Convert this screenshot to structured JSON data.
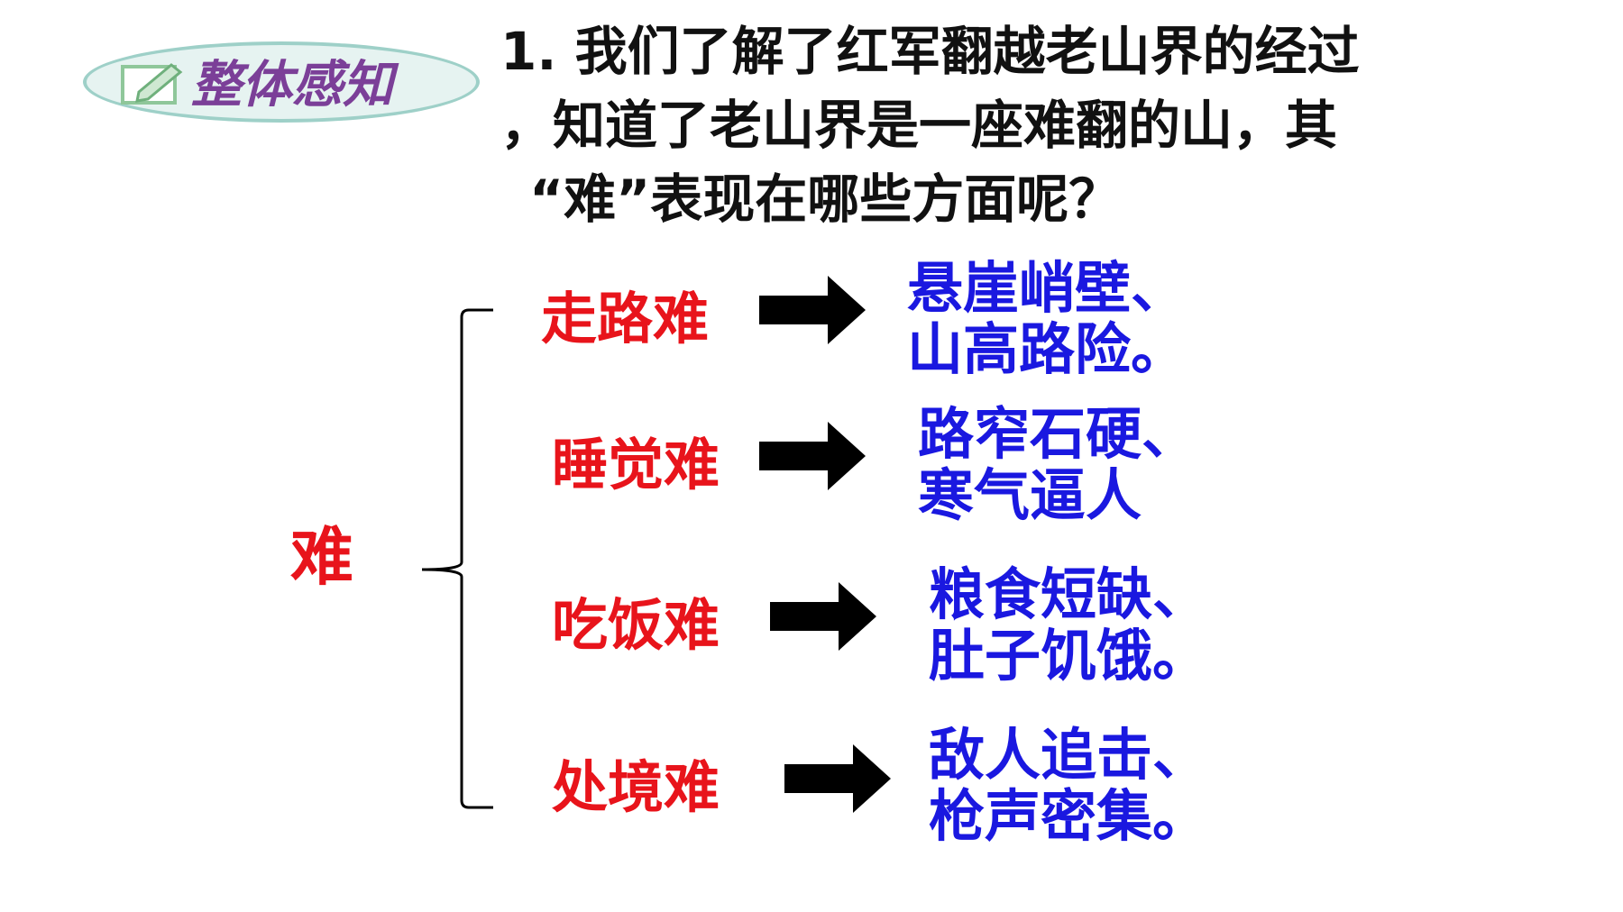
{
  "badge": {
    "label": "整体感知",
    "icon": "pencil-edit-icon"
  },
  "question": {
    "lines": [
      "1. 我们了解了红军翻越老山界的经过",
      "，知道了老山界是一座难翻的山，其",
      "“难”表现在哪些方面呢？"
    ]
  },
  "root": {
    "label": "难"
  },
  "branches": [
    {
      "category": "走路难",
      "detail_lines": [
        "悬崖峭壁、",
        "山高路险。"
      ]
    },
    {
      "category": "睡觉难",
      "detail_lines": [
        "路窄石硬、",
        "寒气逼人"
      ]
    },
    {
      "category": "吃饭难",
      "detail_lines": [
        "粮食短缺、",
        "肚子饥饿。"
      ]
    },
    {
      "category": "处境难",
      "detail_lines": [
        "敌人追击、",
        "枪声密集。"
      ]
    }
  ],
  "colors": {
    "category": "#e8141b",
    "detail": "#1a18e0",
    "badge_text": "#7b3f98",
    "badge_border": "#9ed0c8",
    "arrow": "#000000"
  }
}
